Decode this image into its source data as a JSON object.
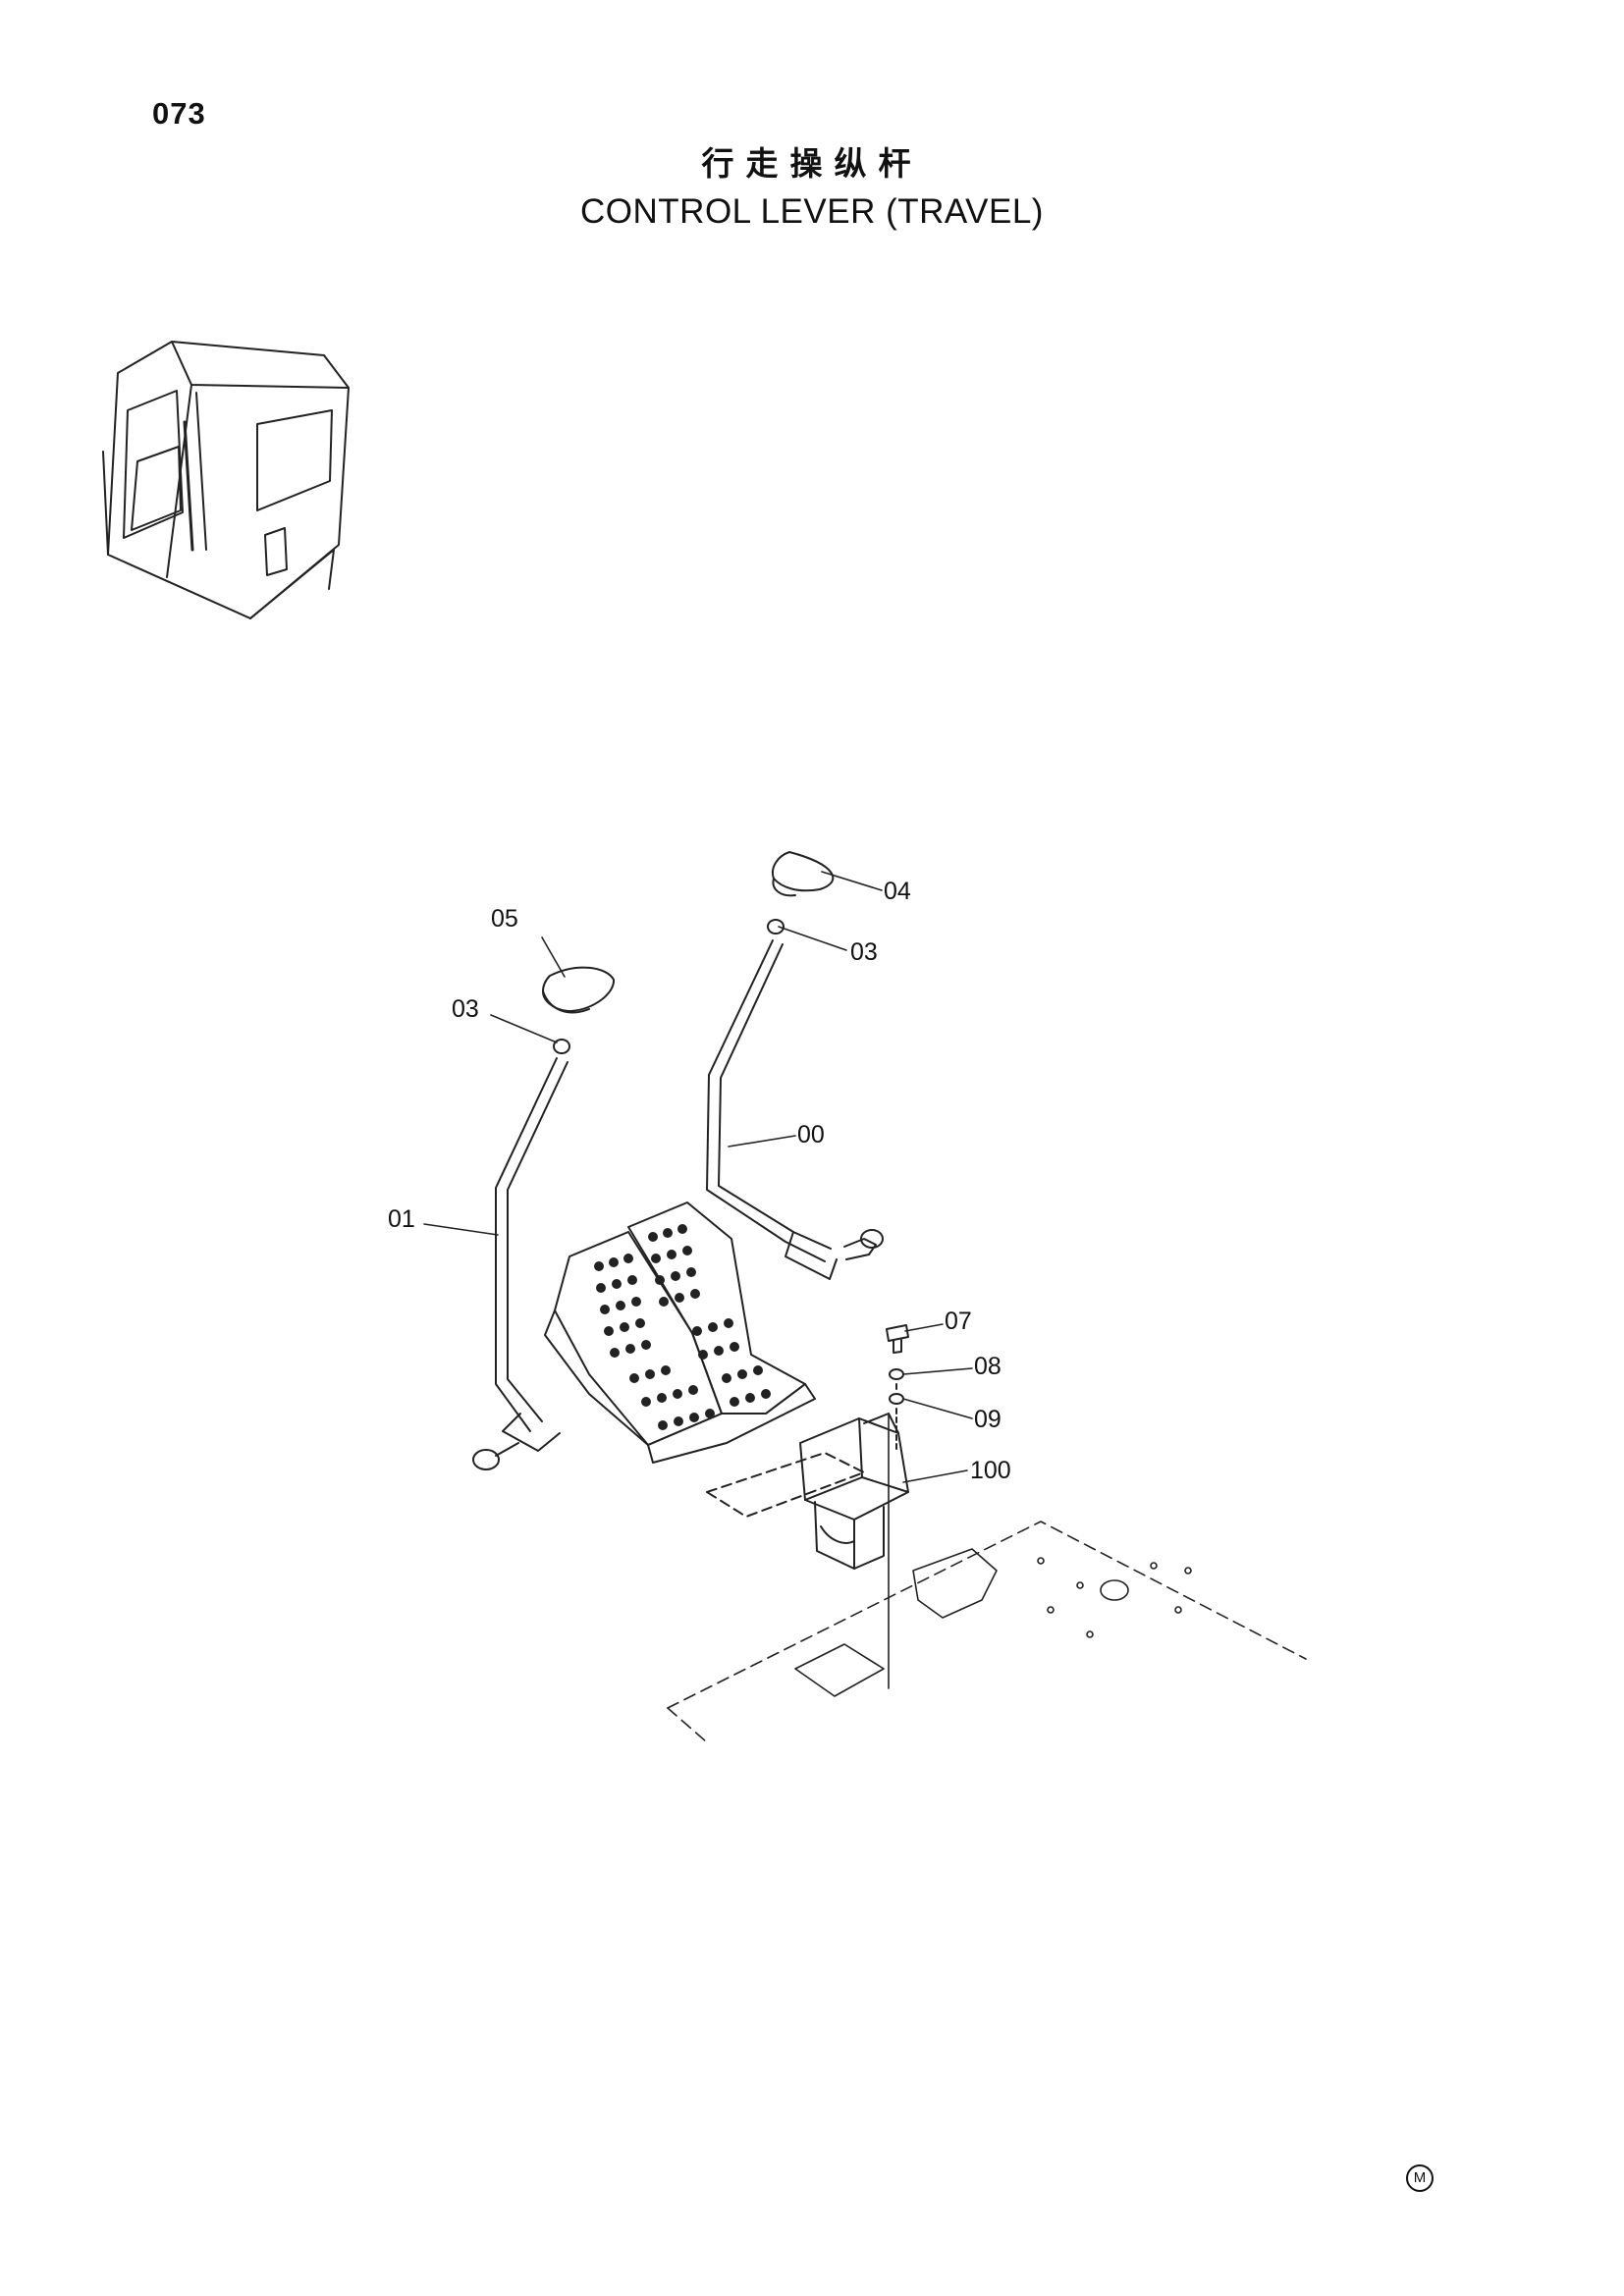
{
  "header": {
    "page_number": "073",
    "title_cn": "行走操纵杆",
    "title_en": "CONTROL LEVER (TRAVEL)"
  },
  "callouts": {
    "c05": "05",
    "c03_left": "03",
    "c01": "01",
    "c04": "04",
    "c03_right": "03",
    "c00": "00",
    "c07": "07",
    "c08": "08",
    "c09": "09",
    "c100": "100"
  },
  "footer": {
    "mark": "M"
  }
}
